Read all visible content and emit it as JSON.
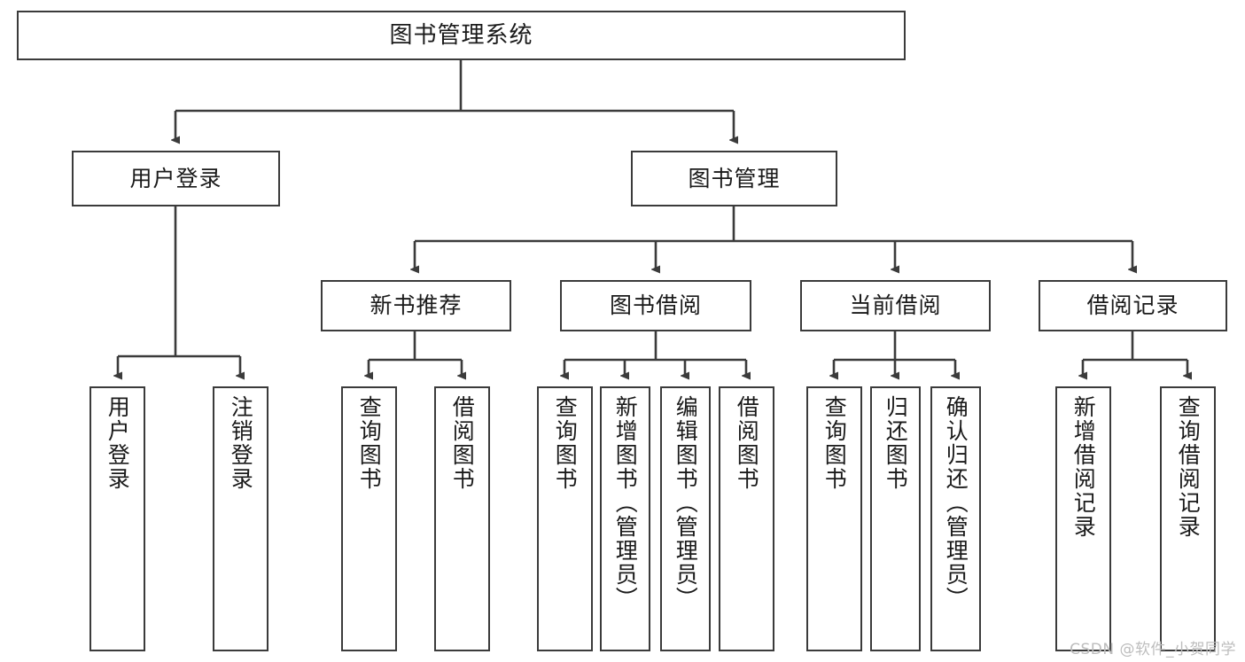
{
  "diagram": {
    "title": "图书管理系统",
    "type": "hierarchy-tree",
    "watermark": "CSDN @软件_小贺同学",
    "colors": {
      "box_border": "#3b3b3b",
      "box_fill": "#ffffff",
      "connector": "#3b3b3b",
      "text": "#1a1a1a",
      "watermark": "#bdbdbd"
    },
    "levels": {
      "level1": [
        {
          "id": "root",
          "label": "图书管理系统"
        }
      ],
      "level2": [
        {
          "id": "user-login",
          "label": "用户登录"
        },
        {
          "id": "book-manage",
          "label": "图书管理"
        }
      ],
      "level3": [
        {
          "id": "new-book-rec",
          "label": "新书推荐"
        },
        {
          "id": "book-borrow",
          "label": "图书借阅"
        },
        {
          "id": "current-borrow",
          "label": "当前借阅"
        },
        {
          "id": "borrow-record",
          "label": "借阅记录"
        }
      ],
      "level4": [
        {
          "id": "leaf-user-login",
          "label": "用户登录",
          "parent": "user-login"
        },
        {
          "id": "leaf-logout",
          "label": "注销登录",
          "parent": "user-login"
        },
        {
          "id": "leaf-query-book-1",
          "label": "查询图书",
          "parent": "new-book-rec"
        },
        {
          "id": "leaf-borrow-book-1",
          "label": "借阅图书",
          "parent": "new-book-rec"
        },
        {
          "id": "leaf-query-book-2",
          "label": "查询图书",
          "parent": "book-borrow"
        },
        {
          "id": "leaf-add-book",
          "label": "新增图书（管理员）",
          "parent": "book-borrow"
        },
        {
          "id": "leaf-edit-book",
          "label": "编辑图书（管理员）",
          "parent": "book-borrow"
        },
        {
          "id": "leaf-borrow-book-2",
          "label": "借阅图书",
          "parent": "book-borrow"
        },
        {
          "id": "leaf-query-book-3",
          "label": "查询图书",
          "parent": "current-borrow"
        },
        {
          "id": "leaf-return-book",
          "label": "归还图书",
          "parent": "current-borrow"
        },
        {
          "id": "leaf-confirm-return",
          "label": "确认归还（管理员）",
          "parent": "current-borrow"
        },
        {
          "id": "leaf-add-record",
          "label": "新增借阅记录",
          "parent": "borrow-record"
        },
        {
          "id": "leaf-query-record",
          "label": "查询借阅记录",
          "parent": "borrow-record"
        }
      ]
    }
  }
}
